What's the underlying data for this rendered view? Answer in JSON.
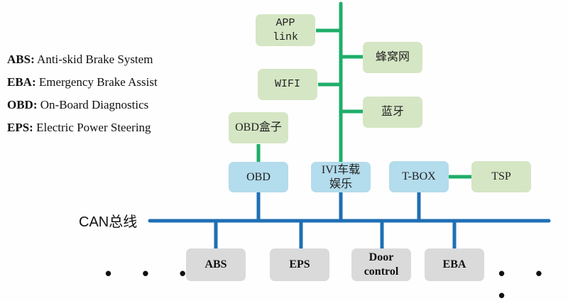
{
  "legend": [
    {
      "abbr": "ABS:",
      "full": "Anti-skid Brake System"
    },
    {
      "abbr": "EBA:",
      "full": "Emergency Brake Assist"
    },
    {
      "abbr": "OBD:",
      "full": "On-Board Diagnostics"
    },
    {
      "abbr": "EPS:",
      "full": "Electric Power Steering"
    }
  ],
  "colors": {
    "wireless_line": "#1fae6a",
    "can_line": "#1f6fb4",
    "external_box": "#d5e6c4",
    "gateway_box": "#b3dcec",
    "ecu_box": "#dadada"
  },
  "external_nodes": {
    "app_link": {
      "line1": "APP",
      "line2": "link"
    },
    "cellular": "蜂窝网",
    "wifi": "WIFI",
    "bluetooth": "蓝牙",
    "obd_box": "OBD盒子",
    "tsp": "TSP"
  },
  "gateway_nodes": {
    "obd": "OBD",
    "ivi": {
      "line1": "IVI车载",
      "line2": "娱乐"
    },
    "tbox": "T-BOX"
  },
  "bus": {
    "label": "CAN总线"
  },
  "ecu_nodes": {
    "abs": "ABS",
    "eps": "EPS",
    "door": {
      "line1": "Door",
      "line2": "control"
    },
    "eba": "EBA"
  },
  "ellipsis": "• • •"
}
